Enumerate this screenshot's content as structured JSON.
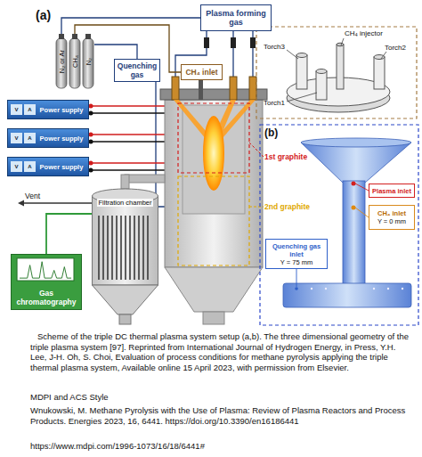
{
  "diagram": {
    "caption": "Scheme of the triple DC thermal plasma system setup (a,b). The three dimensional geometry of the triple plasma system [97]. Reprinted from International Journal of Hydrogen Energy, in Press, Y.H. Lee, J-H. Oh, S. Choi, Evaluation of process conditions for methane pyrolysis applying the triple thermal plasma system, Available online 15 April 2023, with permission from Elsevier.",
    "nodes": [
      {
        "text": [
          "N₂ or Ar"
        ]
      },
      {
        "text": [
          "CH₄"
        ]
      },
      {
        "text": [
          "N₂"
        ]
      },
      {
        "text": [
          "Plasma forming gas"
        ]
      },
      {
        "text": [
          "Quenching gas"
        ]
      },
      {
        "text": [
          "CH₄ inlet"
        ]
      },
      {
        "text": [
          "V",
          "A",
          "Power supply"
        ]
      },
      {
        "text": [
          "V",
          "A",
          "Power supply"
        ]
      },
      {
        "text": [
          "V",
          "A",
          "Power supply"
        ]
      },
      {
        "text": [
          "Filtration chamber"
        ]
      },
      {
        "text": [
          "Gas chromatography"
        ]
      },
      {
        "text": [
          "Plasma inlet"
        ]
      },
      {
        "text": [
          "CH₄ inlet",
          "Y = 0 mm"
        ]
      },
      {
        "text": [
          "Quenching gas inlet",
          "Y = 75 mm"
        ]
      }
    ],
    "edges": [
      {
        "from": 0,
        "to": 3,
        "arrow": "none"
      },
      {
        "from": 1,
        "to": 5,
        "arrow": "none"
      },
      {
        "from": 2,
        "to": 4,
        "arrow": "none"
      },
      {
        "from": 9,
        "to": 10,
        "arrow": "none"
      }
    ],
    "labels": [
      "(a)",
      "1st graphite",
      "2nd graphite",
      "Vent",
      "CH₄ injector",
      "Torch3",
      "Torch2",
      "Torch1",
      "(b)",
      "MDPI and ACS Style",
      "Wnukowski, M. Methane Pyrolysis with the Use of Plasma: Review of Plasma Reactors and Process Products. Energies 2023, 16, 6441. https://doi.org/10.3390/en16186441",
      "https://www.mdpi.com/1996-1073/16/18/6441#"
    ]
  }
}
